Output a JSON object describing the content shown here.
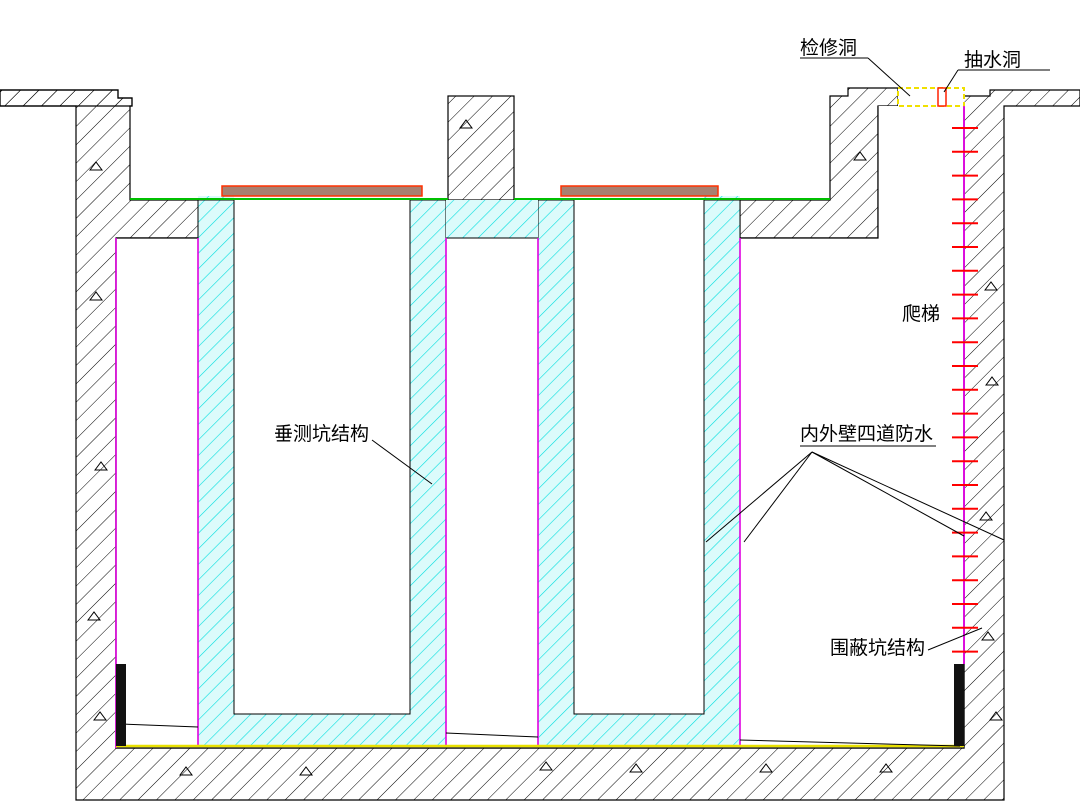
{
  "labels": {
    "inspection_hole": "检修洞",
    "pump_hole": "抽水洞",
    "ladder": "爬梯",
    "vertical_pit": "垂测坑结构",
    "waterproofing": "内外壁四道防水",
    "enclosure_pit": "围蔽坑结构"
  },
  "colors": {
    "outline": "#000000",
    "outer_hatch": "#000000",
    "inner_hatch": "#00e5e5",
    "inner_fill": "#d8fbfb",
    "membrane": "#e000e0",
    "top_waterproof": "#00c000",
    "ladder_rung": "#ff0000",
    "ladder_rail": "#e000e0",
    "lid_fill": "#b08070",
    "lid_edge": "#ff2000",
    "hole_dash": "#f0e000",
    "bottom_layer": "#f0e000",
    "rubber": "#101010"
  }
}
